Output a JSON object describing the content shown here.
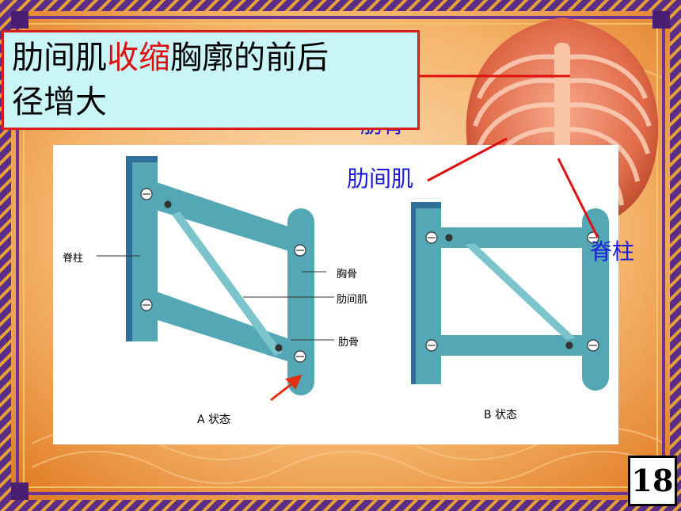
{
  "title": {
    "prefix": "肋间肌",
    "highlight": "收缩",
    "line1_suffix": "胸廓的前后",
    "line2": "径增大"
  },
  "photo_labels": {
    "rib_partial": "肋骨",
    "intercostal": "肋间肌",
    "spine": "脊柱"
  },
  "diagram_a": {
    "spine": "脊柱",
    "sternum": "胸骨",
    "intercostal": "肋间肌",
    "rib": "肋骨",
    "caption": "A 状态"
  },
  "diagram_b": {
    "caption": "B 状态"
  },
  "page_number": "18",
  "colors": {
    "bar": "#54a7b4",
    "bar_dark": "#2f6f99",
    "title_bg": "#c9f5f7",
    "title_border": "#d81e1e",
    "highlight": "#e01010",
    "label_blue": "#1a1ae0",
    "arrow_red": "#e03010"
  }
}
